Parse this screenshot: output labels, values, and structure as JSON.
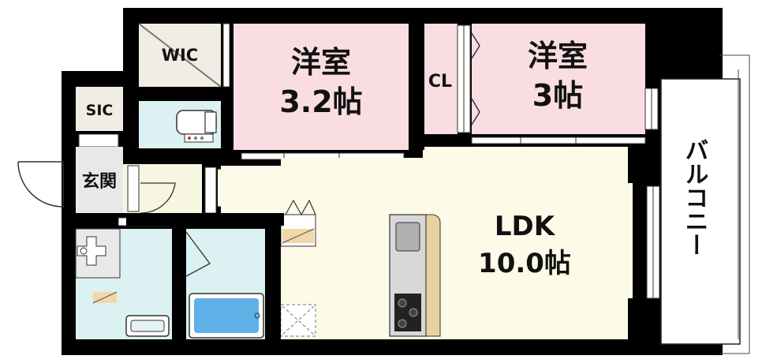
{
  "rooms": {
    "wic": {
      "label": "WIC"
    },
    "sic": {
      "label": "SIC"
    },
    "entrance": {
      "label": "玄関"
    },
    "cl": {
      "label": "CL"
    },
    "western1": {
      "name": "洋室",
      "size": "3.2帖"
    },
    "western2": {
      "name": "洋室",
      "size": "3帖"
    },
    "ldk": {
      "name": "LDK",
      "size": "10.0帖"
    },
    "balcony": {
      "label": "バルコニー"
    }
  },
  "colors": {
    "wall": "#000000",
    "western_room": "#f9dde1",
    "ldk": "#fdfbe8",
    "wic": "#f1ece4",
    "wet_area": "#dcf1f2",
    "corridor": "#f7f6e0",
    "balcony": "#ffffff",
    "counter": "#e8d39f",
    "bathtub": "#5fb0e6"
  }
}
